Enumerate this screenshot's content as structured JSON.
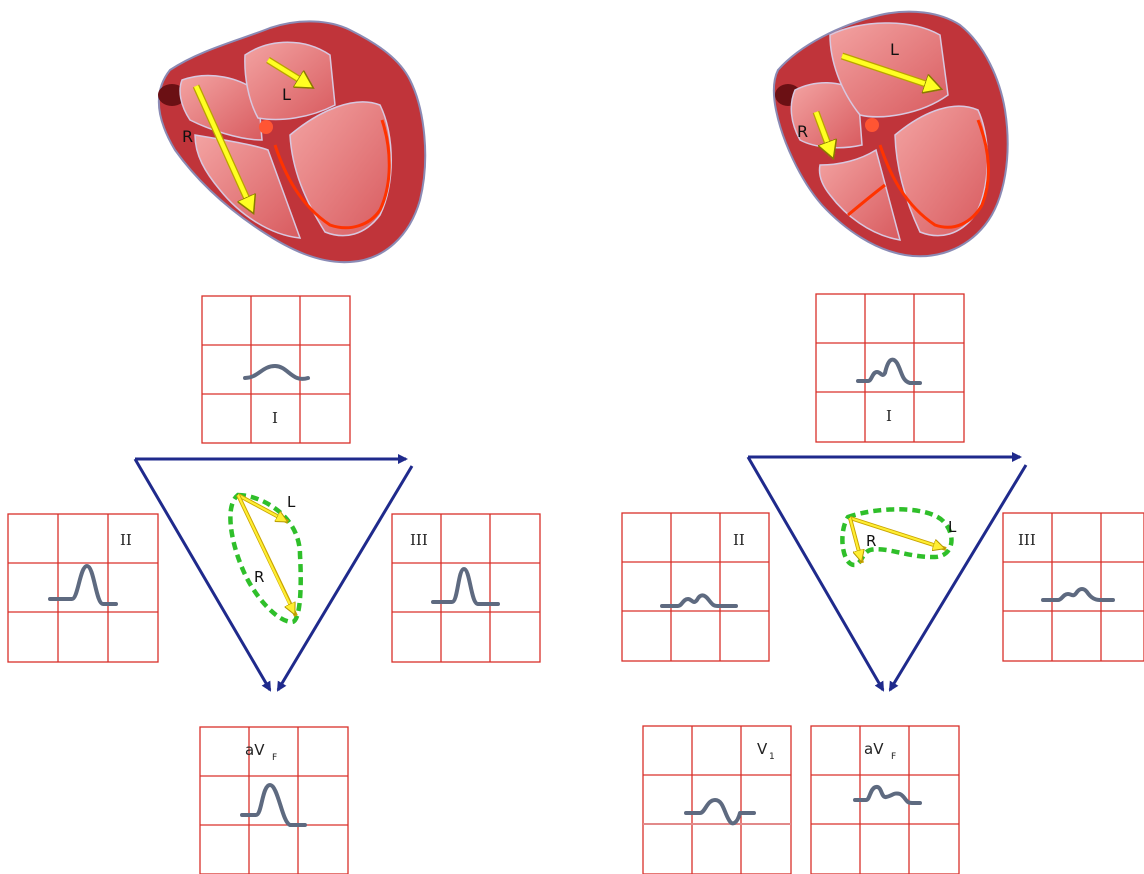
{
  "panels": [
    {
      "heart": {
        "arrow_labels": [
          "R",
          "L"
        ]
      },
      "leads": {
        "I": "I",
        "II": "II",
        "III": "III",
        "aVF_main": "aV",
        "aVF_sub": "F"
      },
      "vector_labels": [
        "L",
        "R"
      ]
    },
    {
      "heart": {
        "arrow_labels": [
          "L",
          "R"
        ]
      },
      "leads": {
        "I": "I",
        "II": "II",
        "III": "III",
        "aVF_main": "aV",
        "aVF_sub": "F",
        "V1_main": "V",
        "V1_sub": "1"
      },
      "vector_labels": [
        "L",
        "R"
      ]
    }
  ],
  "colors": {
    "grid": "#d9302a",
    "waveform": "#5e6a80",
    "axis_arrows": "#1f2a8c",
    "vector_arrows": "#ffee33",
    "vector_loop": "#2fbf2a",
    "heart_wall": "#c0343a",
    "heart_chamber": "#e98283",
    "conduction": "#ff3300"
  }
}
